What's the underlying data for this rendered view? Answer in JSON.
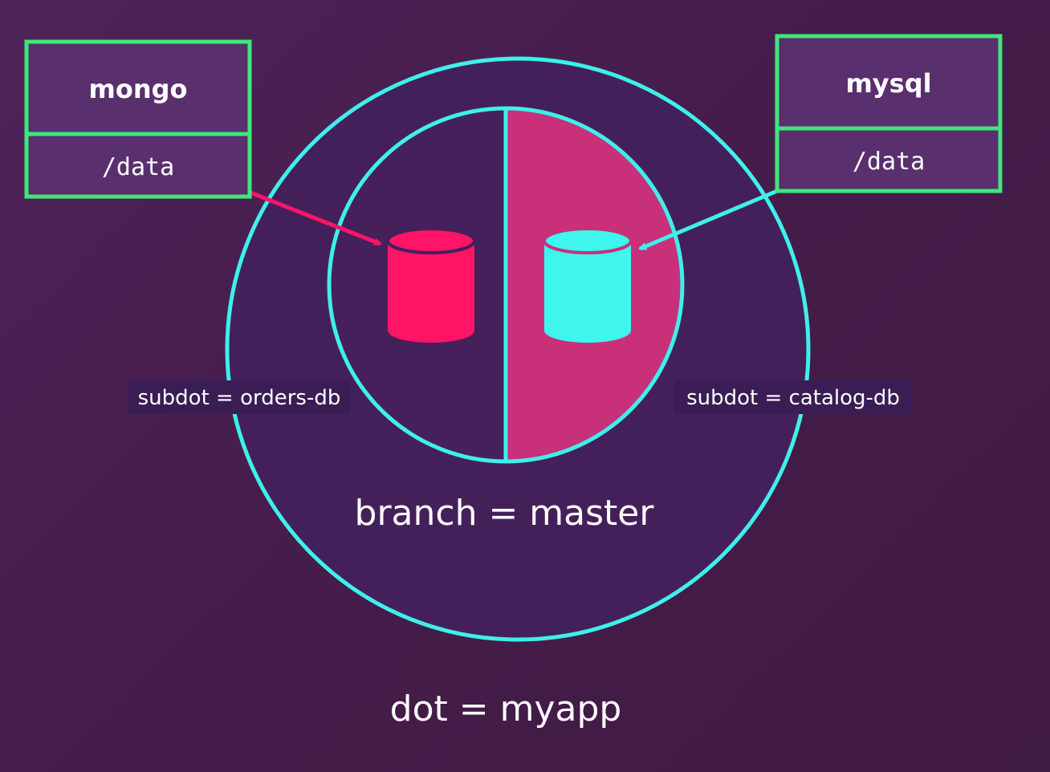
{
  "containers": {
    "left": {
      "name": "mongo",
      "mount": "/data"
    },
    "right": {
      "name": "mysql",
      "mount": "/data"
    }
  },
  "subdots": {
    "left": "subdot = orders-db",
    "right": "subdot = catalog-db"
  },
  "branch_label": "branch = master",
  "dot_label": "dot = myapp",
  "colors": {
    "background": "#4a1f50",
    "outer_circle_fill": "#44205a",
    "circle_stroke": "#3ef0ea",
    "box_border": "#3de87a",
    "box_fill": "#5a2f6e",
    "right_half_fill": "#c8307a",
    "left_cylinder": "#ff1466",
    "right_cylinder": "#3ef6ee",
    "left_arrow": "#ff1466",
    "right_arrow": "#3ef0ea",
    "label_bg": "#3a1d55"
  }
}
